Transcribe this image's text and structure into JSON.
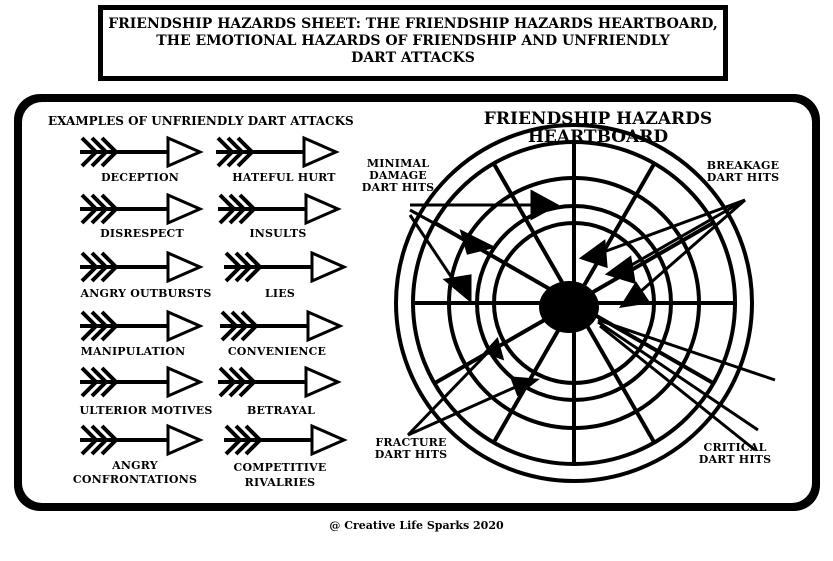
{
  "title": {
    "line1": "FRIENDSHIP HAZARDS SHEET: THE FRIENDSHIP HAZARDS HEARTBOARD,",
    "line2": "THE EMOTIONAL HAZARDS OF FRIENDSHIP AND  UNFRIENDLY",
    "line3": "DART ATTACKS"
  },
  "examples": {
    "heading": "EXAMPLES OF UNFRIENDLY DART ATTACKS",
    "items": [
      "DECEPTION",
      "HATEFUL HURT",
      "DISRESPECT",
      "INSULTS",
      "ANGRY OUTBURSTS",
      "LIES",
      "MANIPULATION",
      "CONVENIENCE",
      "ULTERIOR MOTIVES",
      "BETRAYAL",
      "ANGRY",
      "CONFRONTATIONS",
      "COMPETITIVE",
      "RIVALRIES"
    ]
  },
  "heartboard": {
    "title_line1": "FRIENDSHIP HAZARDS",
    "title_line2": "HEARTBOARD",
    "minimal": [
      "MINIMAL",
      "DAMAGE",
      "DART HITS"
    ],
    "breakage": [
      "BREAKAGE",
      "DART HITS"
    ],
    "fracture": [
      "FRACTURE",
      "DART HITS"
    ],
    "critical": [
      "CRITICAL",
      "DART HITS"
    ]
  },
  "footer": "@ Creative Life Sparks 2020"
}
